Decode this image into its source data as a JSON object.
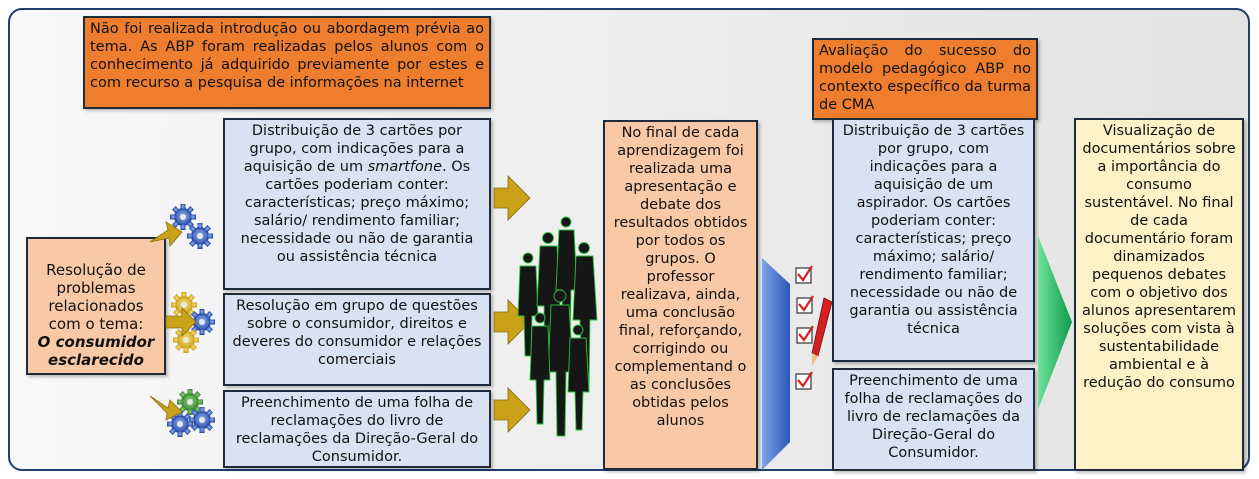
{
  "top_left_note": "Não foi realizada introdução ou abordagem prévia ao tema. As ABP foram realizadas pelos alunos com o conhecimento já adquirido previamente por estes e com recurso a pesquisa de informações na internet",
  "top_right_note": "Avaliação do sucesso do modelo pedagógico ABP no contexto específico da turma de CMA",
  "problem_box": {
    "line1": "Resolução de problemas relacionados com o tema:",
    "emphasis": "O consumidor esclarecido"
  },
  "activity1": {
    "before": "Distribuição de 3 cartões por grupo, com indicações para a aquisição de um",
    "italic": "smartfone",
    "after": ". Os cartões poderiam conter: características; preço máximo; salário/ rendimento familiar; necessidade ou não de garantia ou assistência técnica"
  },
  "activity2": "Resolução em grupo de questões sobre o consumidor, direitos e deveres do consumidor e relações comerciais",
  "activity3": "Preenchimento de uma folha de reclamações do livro de reclamações da Direção-Geral do Consumidor.",
  "presentation_box": "No final de cada aprendizagem foi realizada uma apresentação e debate dos resultados obtidos por todos os grupos. O professor realizava, ainda, uma conclusão final, reforçando, corrigindo ou complementand o as conclusões obtidas pelos alunos",
  "evaluation1": "Distribuição de 3 cartões por grupo, com indicações para a aquisição de um aspirador. Os cartões poderiam conter: características; preço máximo; salário/ rendimento familiar; necessidade ou não de garantia ou assistência técnica",
  "evaluation2": "Preenchimento de uma folha de reclamações do livro de reclamações da Direção-Geral do Consumidor.",
  "documentary_box": "Visualização de documentários sobre a importância do consumo sustentável. No final de cada documentário foram dinamizados pequenos debates com o objetivo dos alunos apresentarem soluções com vista à sustentabilidade ambiental e à redução do consumo",
  "colors": {
    "orange": "#ee7e2e",
    "blue_box": "#d9e2f3",
    "peach": "#f9c9a7",
    "yellow": "#fdf1c7",
    "arrow_gold": "#c9a21a",
    "arrow_blue": "#3c6cc4",
    "arrow_green": "#1aaa55",
    "check_red": "#d42020"
  },
  "icons": [
    "gears-icon",
    "arrow-icon",
    "people-silhouette-icon",
    "checklist-icon",
    "pencil-icon"
  ]
}
